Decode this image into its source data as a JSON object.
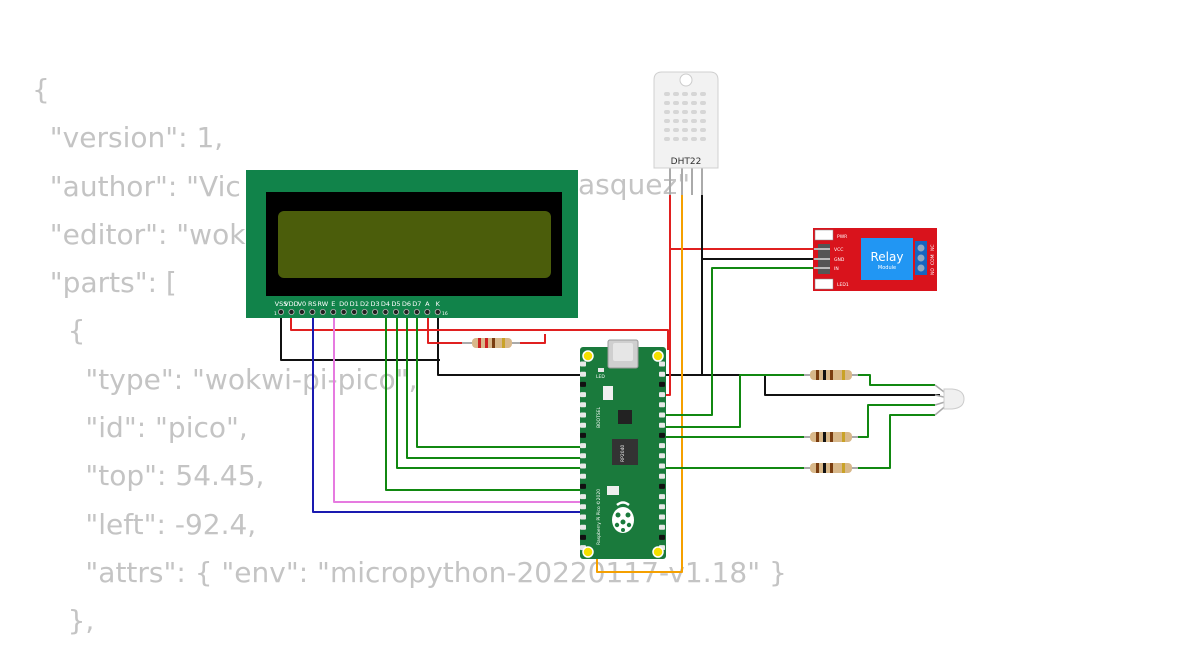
{
  "background_code": [
    "{",
    "  \"version\": 1,",
    "  \"author\": \"Vic",
    "  \"editor\": \"wok",
    "  \"parts\": [",
    "    {",
    "      \"type\": \"wokwi-pi-pico\",",
    "      \"id\": \"pico\",",
    "      \"top\": 54.45,",
    "      \"left\": -92.4,",
    "      \"attrs\": { \"env\": \"micropython-20220117-v1.18\" }",
    "    },"
  ],
  "background_code_fragment": "asquez\"",
  "lcd": {
    "pin_labels": [
      "VSS",
      "VDD",
      "V0",
      "RS",
      "RW",
      "E",
      "D0",
      "D1",
      "D2",
      "D3",
      "D4",
      "D5",
      "D6",
      "D7",
      "A",
      "K"
    ],
    "pin_first": "1",
    "pin_last": "16",
    "pcb_color": "#11834a",
    "screen_color": "#4b5d0b"
  },
  "dht22": {
    "label": "DHT22"
  },
  "relay": {
    "title": "Relay",
    "subtitle": "Module",
    "pins_left": [
      "VCC",
      "GND",
      "IN"
    ],
    "led_pwr": "PWR",
    "led_1": "LED1",
    "pins_right": [
      "NO",
      "COM",
      "NC"
    ],
    "board_color": "#d9131c",
    "block_color": "#2196f3"
  },
  "pico": {
    "side_text": "Raspberry Pi Pico ©2020",
    "chip_text": "RP2040",
    "led_text": "LED",
    "bootsel_text": "BOOTSEL",
    "board_color": "#1a7a3c"
  },
  "colors": {
    "wire_red": "#e02020",
    "wire_black": "#111111",
    "wire_green": "#118811",
    "wire_orange": "#f5a000",
    "wire_pink": "#e67be0",
    "wire_blue": "#1a1ab0"
  }
}
